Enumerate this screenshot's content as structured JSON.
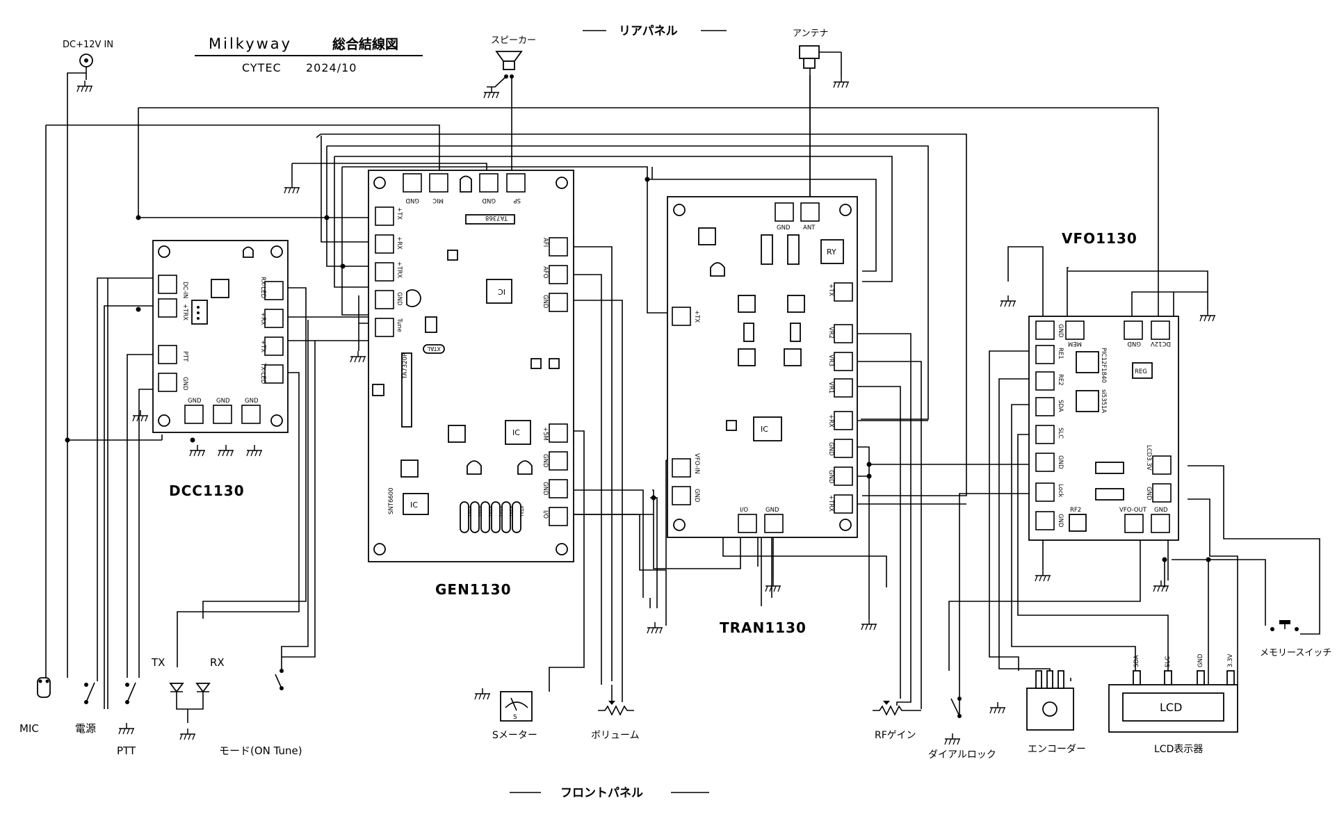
{
  "header": {
    "title_en": "Milkyway",
    "title_jp": "総合結線図",
    "maker": "CYTEC",
    "date": "2024/10",
    "rear_panel": "リアパネル",
    "front_panel": "フロントパネル"
  },
  "boards": {
    "dcc": {
      "name": "DCC1130",
      "pins": {
        "dc_in": "DC-IN",
        "trx": "+TRX",
        "ptt": "PTT",
        "gnd_l": "GND",
        "gnd1": "GND",
        "gnd2": "GND",
        "gnd3": "GND",
        "rx_led": "RX-LED",
        "rx": "+RX",
        "tx": "+TX",
        "tx_led": "TX-LED"
      }
    },
    "gen": {
      "name": "GEN1130",
      "ic_label": "TA7368",
      "ic2": "TA7320P",
      "xtal": "XTAL",
      "snt": "SNT6600",
      "ic": "IC",
      "pins": {
        "gnd_a": "GND",
        "mic": "MIC",
        "gnd_b": "GND",
        "sp": "SP",
        "tx": "+TX",
        "rx": "+RX",
        "trx": "+TRX",
        "gnd_l": "GND",
        "tune": "Tune",
        "afi": "AFI",
        "afo": "AFO",
        "gnd_r": "GND",
        "p5m": "+5M",
        "gnd_r2": "GND",
        "gnd_r3": "GND",
        "io": "I/O"
      }
    },
    "tran": {
      "name": "TRAN1130",
      "ry": "RY",
      "ic": "IC",
      "pins": {
        "gnd": "GND",
        "ant": "ANT",
        "tx_in": "+TX",
        "tx_r": "+TX",
        "vr2": "VR2",
        "vr3": "VR3",
        "vr1": "VR1",
        "rx": "+RX",
        "gnd_r1": "GND",
        "gnd_r2": "GND",
        "trx": "+TRX",
        "vfo_in": "VFO-IN",
        "gnd_l": "GND",
        "io": "I/O",
        "gnd_b": "GND"
      }
    },
    "vfo": {
      "name": "VFO1130",
      "ic1": "PIC12F1840",
      "ic2": "si5351A",
      "reg": "REG",
      "rf2": "RF2",
      "pins": {
        "gnd_t": "GND",
        "mem": "MEM",
        "gnd_t2": "GND",
        "dc12v": "DC12V",
        "re1": "RE1",
        "re2": "RE2",
        "sda": "SDA",
        "slc": "SLC",
        "gnd_l": "GND",
        "lock": "Lock",
        "gnd_l2": "GND",
        "vfo_out": "VFO-OUT",
        "gnd_b": "GND",
        "lcd33": "LCD3.3V",
        "gnd_r": "GND"
      }
    }
  },
  "parts": {
    "dc_in": "DC+12V IN",
    "speaker": "スピーカー",
    "antenna": "アンテナ",
    "mic": "MIC",
    "power": "電源",
    "ptt": "PTT",
    "tx": "TX",
    "rx": "RX",
    "mode": "モード(ON Tune)",
    "s_meter": "Sメーター",
    "s_meter_glyph": "S",
    "volume": "ボリューム",
    "rf_gain": "RFゲイン",
    "dial_lock": "ダイアルロック",
    "encoder": "エンコーダー",
    "lcd": "LCD",
    "lcd_display": "LCD表示器",
    "mem_switch": "メモリースイッチ",
    "lcd_pins": [
      "SDA",
      "SLC",
      "GND",
      "3.3V"
    ]
  }
}
